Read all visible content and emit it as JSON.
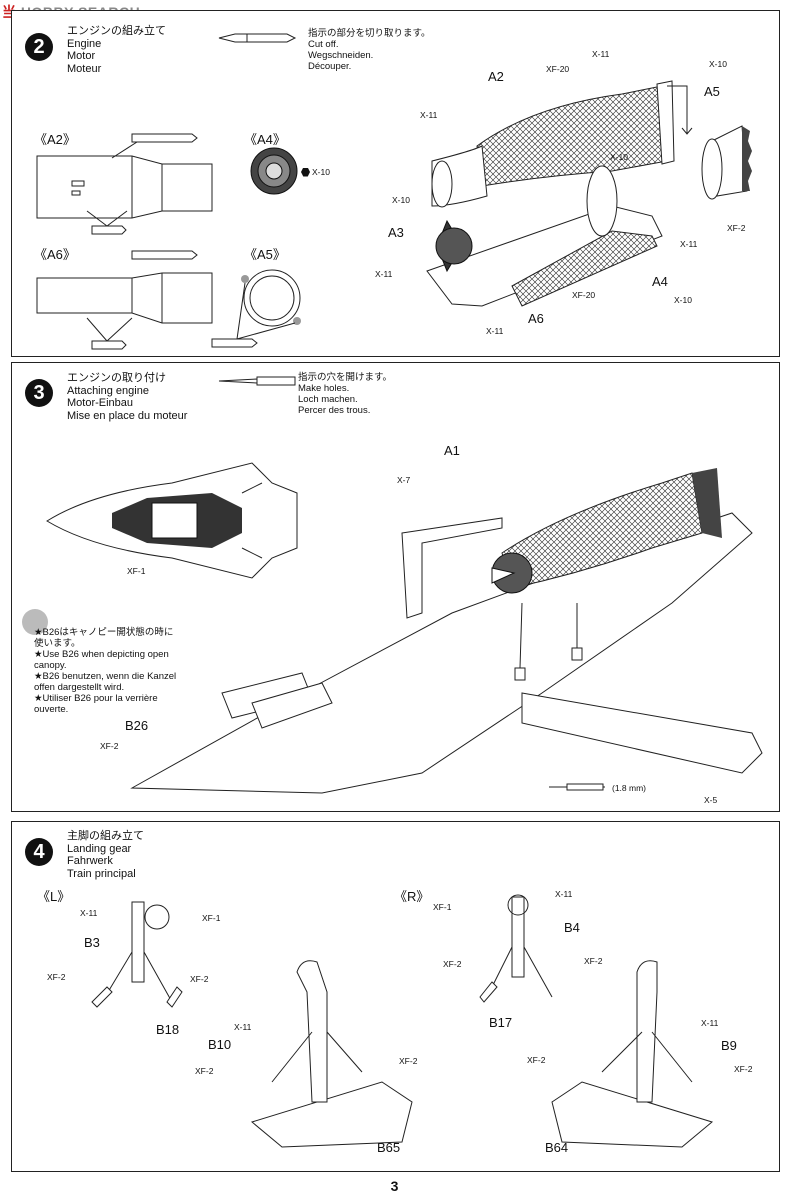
{
  "watermark": {
    "text1": "当",
    "text2": "HOBBY SEARCH"
  },
  "page_number": "3",
  "step2": {
    "number": "2",
    "title_lines": [
      "エンジンの組み立て",
      "Engine",
      "Motor",
      "Moteur"
    ],
    "note_lines": [
      "指示の部分を切り取ります。",
      "Cut off.",
      "Wegschneiden.",
      "Découper."
    ],
    "detail_labels": {
      "a2": "《A2》",
      "a4": "《A4》",
      "a6": "《A6》",
      "a5": "《A5》"
    },
    "detail_paint": "X-10",
    "part_labels": {
      "a2": "A2",
      "a3": "A3",
      "a4": "A4",
      "a5": "A5",
      "a6": "A6"
    },
    "paints": {
      "xf20_top": "XF-20",
      "x11_top": "X-11",
      "x10_top": "X-10",
      "x11_left": "X-11",
      "x10_mid": "X-10",
      "x10_a3": "X-10",
      "x11_a3": "X-11",
      "xf2": "XF-2",
      "x11_right": "X-11",
      "xf20_bot": "XF-20",
      "x11_bot": "X-11",
      "x10_a4": "X-10"
    }
  },
  "step3": {
    "number": "3",
    "title_lines": [
      "エンジンの取り付け",
      "Attaching engine",
      "Motor-Einbau",
      "Mise en place du moteur"
    ],
    "note_lines": [
      "指示の穴を開けます。",
      "Make holes.",
      "Loch machen.",
      "Percer des trous."
    ],
    "star_lines": [
      "★B26はキャノピー開状態の時に",
      "使います。",
      "★Use B26 when depicting open",
      "canopy.",
      "★B26 benutzen, wenn die Kanzel",
      "offen dargestellt wird.",
      "★Utiliser B26 pour la verrière",
      "ouverte."
    ],
    "part_labels": {
      "a1": "A1",
      "b26": "B26"
    },
    "paints": {
      "x7": "X-7",
      "xf1": "XF-1",
      "xf2": "XF-2",
      "x5": "X-5"
    },
    "drill_size": "(1.8 mm)"
  },
  "step4": {
    "number": "4",
    "title_lines": [
      "主脚の組み立て",
      "Landing gear",
      "Fahrwerk",
      "Train principal"
    ],
    "left_label": "《L》",
    "right_label": "《R》",
    "part_labels": {
      "b3": "B3",
      "b18": "B18",
      "b10": "B10",
      "b65": "B65",
      "b4": "B4",
      "b17": "B17",
      "b9": "B9",
      "b64": "B64"
    },
    "paints": {
      "l_x11": "X-11",
      "l_xf1": "XF-1",
      "l_xf2a": "XF-2",
      "l_xf2b": "XF-2",
      "l2_x11": "X-11",
      "l2_xf2a": "XF-2",
      "l2_xf2b": "XF-2",
      "r_xf1": "XF-1",
      "r_x11": "X-11",
      "r_xf2a": "XF-2",
      "r_xf2b": "XF-2",
      "r2_xf2a": "XF-2",
      "r2_x11": "X-11",
      "r2_xf2b": "XF-2"
    }
  }
}
